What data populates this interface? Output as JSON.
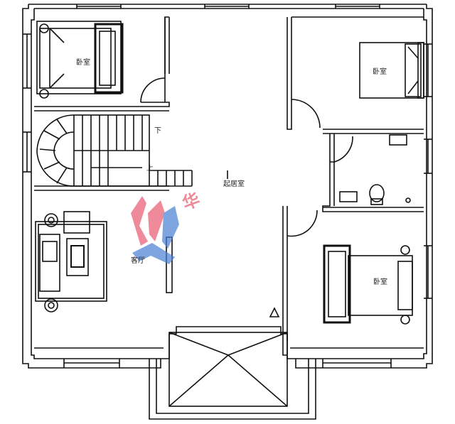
{
  "rooms": {
    "bedroom_top_left": "卧室",
    "bedroom_top_right": "卧室",
    "bedroom_bottom_right": "卧室",
    "living_room_upper": "起居室",
    "living_room_lower": "客厅"
  },
  "stairs": {
    "down_label": "下",
    "up_label": "上"
  },
  "watermark": {
    "text": "华",
    "colors": [
      "#e85a6e",
      "#4a7fd4"
    ]
  },
  "colors": {
    "wall": "#111111",
    "background": "#ffffff",
    "watermark_red": "#e85a6e",
    "watermark_blue": "#4a7fd4"
  }
}
